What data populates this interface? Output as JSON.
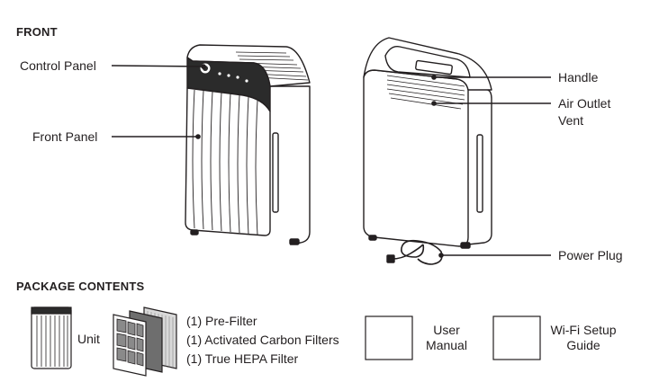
{
  "front": {
    "heading": "FRONT",
    "callouts": {
      "control_panel": "Control Panel",
      "front_panel": "Front Panel",
      "handle": "Handle",
      "air_outlet_line1": "Air Outlet",
      "air_outlet_line2": "Vent",
      "power_plug": "Power Plug"
    }
  },
  "package": {
    "heading": "PACKAGE CONTENTS",
    "unit_label": "Unit",
    "filters": [
      "(1) Pre-Filter",
      "(1) Activated Carbon Filters",
      "(1) True HEPA Filter"
    ],
    "manual_line1": "User",
    "manual_line2": "Manual",
    "wifi_line1": "Wi-Fi Setup",
    "wifi_line2": "Guide"
  },
  "colors": {
    "ink": "#231f20",
    "panel_dark": "#2b2b2b",
    "filter_mesh": "#8a8a8a"
  }
}
